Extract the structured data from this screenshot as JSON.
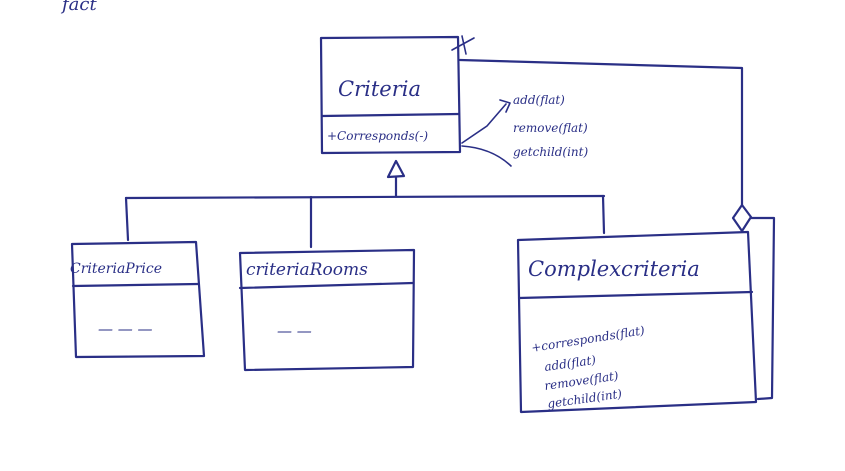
{
  "diagram": {
    "top_fragment": "fact",
    "criteria": {
      "name": "Criteria",
      "operation": "+Corresponds(-)",
      "annotations": [
        "add(flat)",
        "remove(flat)",
        "getchild(int)"
      ]
    },
    "criteria_price": {
      "name": "CriteriaPrice",
      "placeholder": "— — —"
    },
    "criteria_rooms": {
      "name": "criteriaRooms",
      "placeholder": "—  —"
    },
    "complex_criteria": {
      "name": "Complexcriteria",
      "operations": [
        "+corresponds(flat)",
        "add(flat)",
        "remove(flat)",
        "getchild(int)"
      ]
    },
    "relations": {
      "inheritance": "hollow-triangle",
      "aggregation": "hollow-diamond"
    },
    "ink_color": "#2a2f86"
  }
}
